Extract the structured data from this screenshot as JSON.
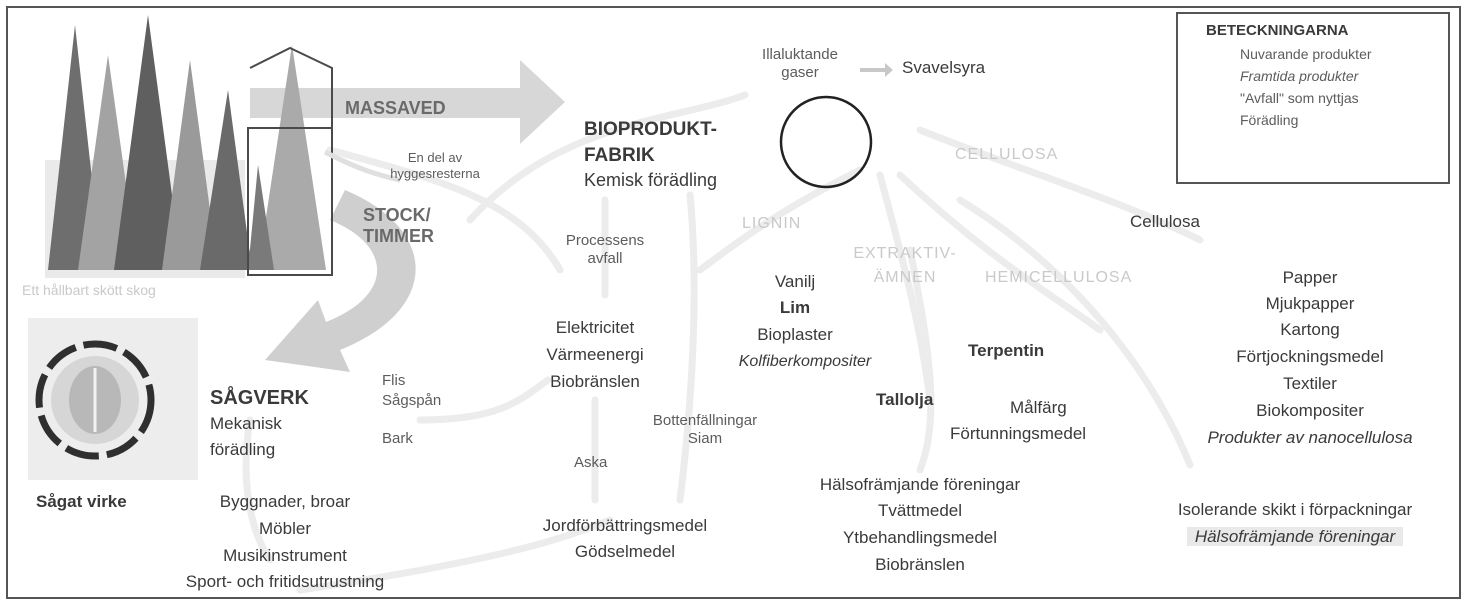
{
  "legend": {
    "title": "BETECKNINGARNA",
    "items": [
      "Nuvarande produkter",
      "Framtida produkter",
      "\"Avfall\" som nyttjas",
      "Förädling"
    ]
  },
  "forest": {
    "massaved": "MASSAVED",
    "stock": "STOCK/",
    "timmer": "TIMMER",
    "caption": "Ett hållbart skött skog",
    "hyggesrester_1": "En del av",
    "hyggesrester_2": "hyggesresterna"
  },
  "bioprodukt": {
    "title_1": "BIOPRODUKT-",
    "title_2": "FABRIK",
    "subtitle": "Kemisk förädling",
    "gaser_1": "Illaluktande",
    "gaser_2": "gaser",
    "svavelsyra": "Svavelsyra",
    "cellulosa_head": "CELLULOSA",
    "processens_1": "Processens",
    "processens_2": "avfall"
  },
  "energy": {
    "items": [
      "Elektricitet",
      "Värmeenergi",
      "Biobränslen"
    ],
    "aska": "Aska",
    "bottenfallningar": "Bottenfällningar",
    "siam": "Siam",
    "soil": [
      "Jordförbättringsmedel",
      "Gödselmedel"
    ]
  },
  "lignin": {
    "head": "LIGNIN",
    "items": [
      "Vanilj",
      "Lim",
      "Bioplaster"
    ],
    "future": "Kolfiberkompositer"
  },
  "extraktiv": {
    "head_1": "EXTRAKTIV-",
    "head_2": "ÄMNEN",
    "terpentin": "Terpentin",
    "tallolja": "Tallolja",
    "malfarg": "Målfärg",
    "fortunning": "Förtunningsmedel",
    "bottom": [
      "Hälsofrämjande föreningar",
      "Tvättmedel",
      "Ytbehandlingsmedel",
      "Biobränslen"
    ]
  },
  "hemicellulosa": {
    "head": "HEMICELLULOSA",
    "items": [
      "Isolerande skikt i förpackningar"
    ],
    "future": "Hälsofrämjande föreningar"
  },
  "cellulosa": {
    "head": "Cellulosa",
    "items": [
      "Papper",
      "Mjukpapper",
      "Kartong",
      "Förtjockningsmedel",
      "Textiler",
      "Biokompositer"
    ],
    "future": "Produkter av nanocellulosa"
  },
  "sagverk": {
    "title": "SÅGVERK",
    "sub_1": "Mekanisk",
    "sub_2": "förädling",
    "flis": "Flis",
    "sagspan": "Sågspån",
    "bark": "Bark",
    "sagat_virke": "Sågat virke",
    "products": [
      "Byggnader, broar",
      "Möbler",
      "Musikinstrument",
      "Sport- och fritidsutrustning"
    ]
  }
}
